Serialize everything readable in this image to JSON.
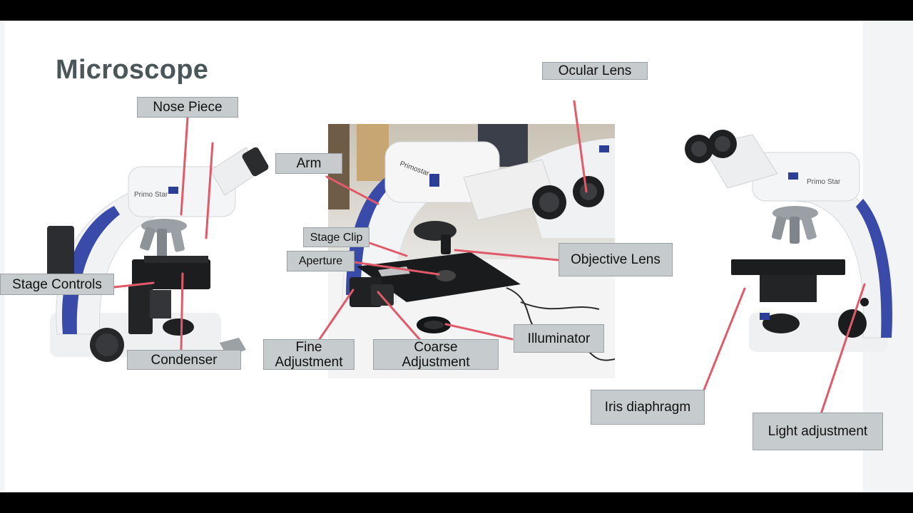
{
  "slide": {
    "title": "Microscope"
  },
  "labels": {
    "nose_piece": "Nose Piece",
    "stage_controls": "Stage Controls",
    "condenser": "Condenser",
    "arm": "Arm",
    "stage_clip": "Stage Clip",
    "aperture": "Aperture",
    "fine_adjustment": "Fine\nAdjustment",
    "coarse_adjustment": "Coarse\nAdjustment",
    "illuminator": "Illuminator",
    "objective_lens": "Objective Lens",
    "ocular_lens": "Ocular Lens",
    "iris_diaphragm": "Iris diaphragm",
    "light_adjustment": "Light adjustment"
  },
  "microscope_branding": {
    "left_model": "Primo Star",
    "middle_model": "Primostar",
    "right_model": "Primo Star"
  },
  "colors": {
    "leader_line": "#e05a6a",
    "label_fill": "#c6cbcd",
    "title_text": "#4a5658",
    "accent_blue": "#3a4aa8"
  }
}
